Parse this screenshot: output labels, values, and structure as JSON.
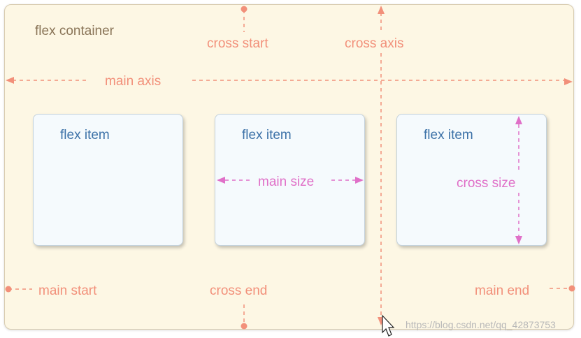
{
  "container_label": "flex container",
  "items": [
    {
      "label": "flex item"
    },
    {
      "label": "flex item"
    },
    {
      "label": "flex item"
    }
  ],
  "annotations": {
    "main_axis": "main axis",
    "cross_axis": "cross axis",
    "cross_start": "cross start",
    "cross_end": "cross end",
    "main_start": "main start",
    "main_end": "main end",
    "main_size": "main size",
    "cross_size": "cross size"
  },
  "watermark": "https://blog.csdn.net/qq_42873753",
  "colors": {
    "axis": "#f2907a",
    "size": "#e070c8",
    "item_text": "#3d72a8",
    "container_text": "#8a7558",
    "container_bg": "#fdf7e4",
    "item_bg": "#f5fafd"
  },
  "icons": [
    "cursor-arrow-icon"
  ]
}
